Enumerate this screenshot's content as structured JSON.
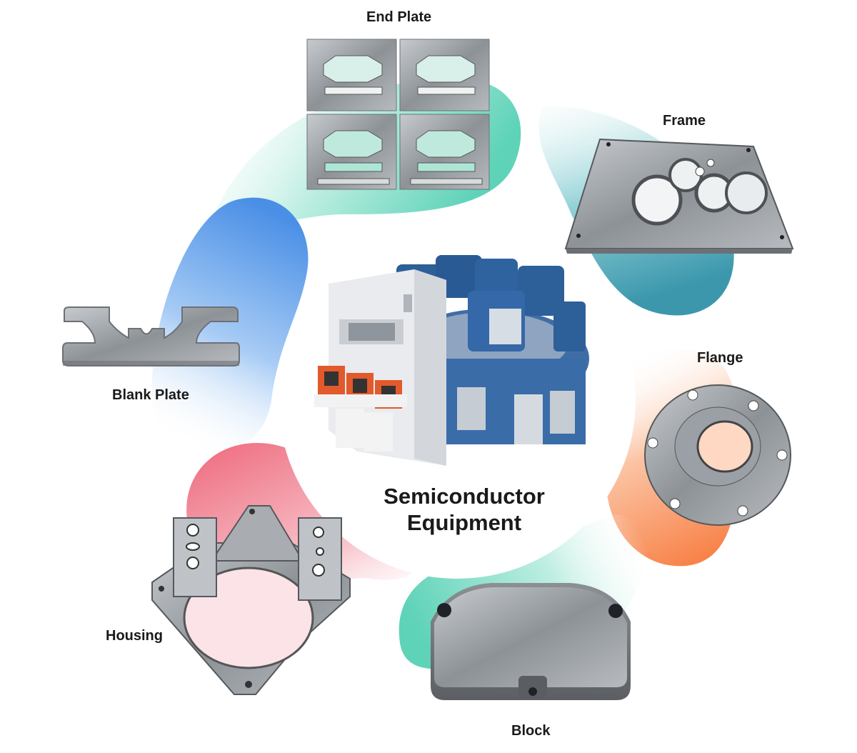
{
  "center": {
    "title_line1": "Semiconductor",
    "title_line2": "Equipment"
  },
  "parts": {
    "end_plate": "End Plate",
    "frame": "Frame",
    "flange": "Flange",
    "block": "Block",
    "housing": "Housing",
    "blank_plate": "Blank Plate"
  },
  "colors": {
    "teal": "#5ed3b8",
    "blue": "#4d94e6",
    "red": "#ef7a8a",
    "orange": "#f8894f",
    "frame_teal": "#3f9cb0",
    "machine_blue": "#2d5f99",
    "machine_orange": "#e2592b",
    "metal": "#9ea3a8"
  }
}
